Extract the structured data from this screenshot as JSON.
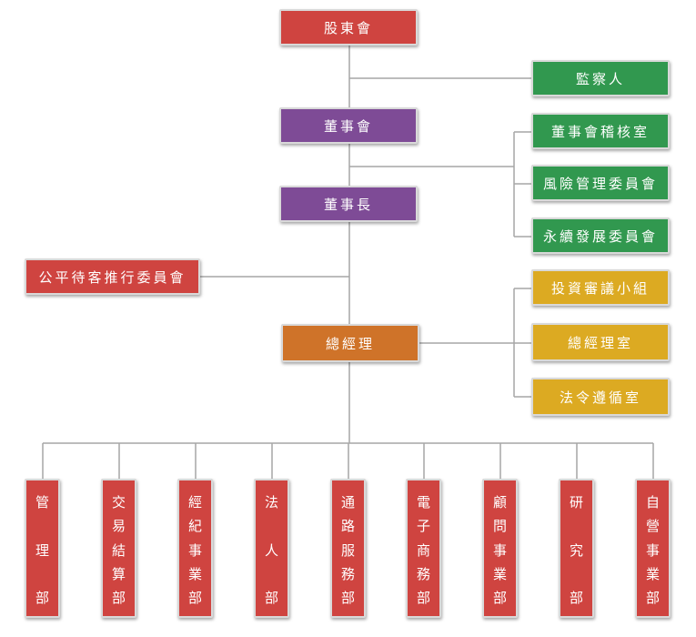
{
  "nodes": {
    "shareholders": "股東會",
    "supervisor": "監察人",
    "board": "董事會",
    "chairman": "董事長",
    "audit_office": "董事會稽核室",
    "risk_committee": "風險管理委員會",
    "sustainability_committee": "永續發展委員會",
    "fair_treatment_committee": "公平待客推行委員會",
    "president": "總經理",
    "investment_review_group": "投資審議小組",
    "president_office": "總經理室",
    "compliance_office": "法令遵循室"
  },
  "departments": [
    {
      "id": "mgmt",
      "chars": [
        "管",
        "",
        "理",
        "",
        "部"
      ]
    },
    {
      "id": "settlement",
      "chars": [
        "交",
        "易",
        "結",
        "算",
        "部"
      ]
    },
    {
      "id": "brokerage",
      "chars": [
        "經",
        "紀",
        "事",
        "業",
        "部"
      ]
    },
    {
      "id": "legal",
      "chars": [
        "法",
        "",
        "人",
        "",
        "部"
      ]
    },
    {
      "id": "channel",
      "chars": [
        "通",
        "路",
        "服",
        "務",
        "部"
      ]
    },
    {
      "id": "ecommerce",
      "chars": [
        "電",
        "子",
        "商",
        "務",
        "部"
      ]
    },
    {
      "id": "advisory",
      "chars": [
        "顧",
        "問",
        "事",
        "業",
        "部"
      ]
    },
    {
      "id": "research",
      "chars": [
        "研",
        "",
        "究",
        "",
        "部"
      ]
    },
    {
      "id": "proprietary",
      "chars": [
        "自",
        "營",
        "事",
        "業",
        "部"
      ]
    }
  ],
  "colors": {
    "red": "#cf4440",
    "purple": "#7e4b96",
    "green": "#31984f",
    "orange": "#cf7329",
    "yellow": "#dcaa22",
    "connector": "#a6a6a6"
  }
}
